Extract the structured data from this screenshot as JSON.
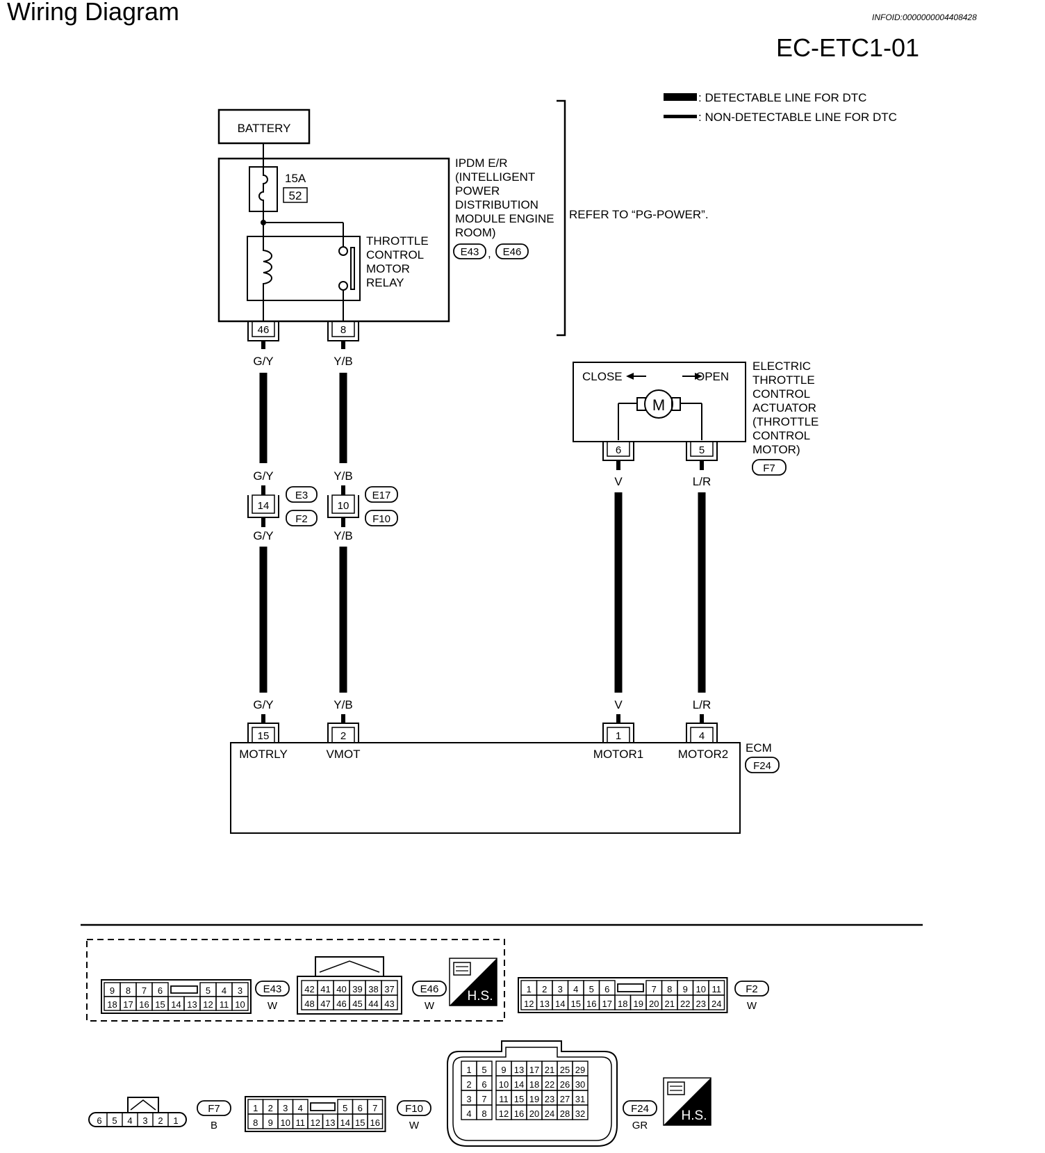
{
  "header": {
    "title": "Wiring Diagram",
    "info_id": "INFOID:0000000004408428",
    "diagram_code": "EC-ETC1-01"
  },
  "legend": {
    "detectable": ": DETECTABLE LINE FOR DTC",
    "non_detectable": ": NON-DETECTABLE LINE FOR DTC"
  },
  "battery": {
    "label": "BATTERY"
  },
  "ipdm": {
    "fuse_rating": "15A",
    "fuse_number": "52",
    "relay_label": [
      "THROTTLE",
      "CONTROL",
      "MOTOR",
      "RELAY"
    ],
    "module_label": [
      "IPDM E/R",
      "(INTELLIGENT",
      "POWER",
      "DISTRIBUTION",
      "MODULE ENGINE",
      "ROOM)"
    ],
    "connectors": [
      "E43",
      "E46"
    ],
    "connector_separator": ",",
    "pin_left": "46",
    "pin_right": "8",
    "refer_note": "REFER TO “PG-POWER”."
  },
  "wires": {
    "left_color": "G/Y",
    "right_color": "Y/B",
    "v_color": "V",
    "lr_color": "L/R"
  },
  "joint": {
    "left_pin": "14",
    "right_pin": "10",
    "left_connectors": [
      "E3",
      "F2"
    ],
    "right_connectors": [
      "E17",
      "F10"
    ]
  },
  "actuator": {
    "close": "CLOSE",
    "open": "OPEN",
    "motor": "M",
    "pin_a": "6",
    "pin_b": "5",
    "label": [
      "ELECTRIC",
      "THROTTLE",
      "CONTROL",
      "ACTUATOR",
      "(THROTTLE",
      "CONTROL",
      "MOTOR)"
    ],
    "connector": "F7"
  },
  "ecm": {
    "label": "ECM",
    "connector": "F24",
    "pins": [
      {
        "num": "15",
        "name": "MOTRLY"
      },
      {
        "num": "2",
        "name": "VMOT"
      },
      {
        "num": "1",
        "name": "MOTOR1"
      },
      {
        "num": "4",
        "name": "MOTOR2"
      }
    ]
  },
  "connector_views": {
    "e43": {
      "id": "E43",
      "color": "W",
      "top": [
        "9",
        "8",
        "7",
        "6",
        "",
        "5",
        "4",
        "3"
      ],
      "bottom": [
        "18",
        "17",
        "16",
        "15",
        "14",
        "13",
        "12",
        "11",
        "10"
      ]
    },
    "e46": {
      "id": "E46",
      "color": "W",
      "top": [
        "42",
        "41",
        "40",
        "39",
        "38",
        "37"
      ],
      "bottom": [
        "48",
        "47",
        "46",
        "45",
        "44",
        "43"
      ]
    },
    "hs_label": "H.S.",
    "f2": {
      "id": "F2",
      "color": "W",
      "top": [
        "1",
        "2",
        "3",
        "4",
        "5",
        "6",
        "",
        "7",
        "8",
        "9",
        "10",
        "11"
      ],
      "bottom": [
        "12",
        "13",
        "14",
        "15",
        "16",
        "17",
        "18",
        "19",
        "20",
        "21",
        "22",
        "23",
        "24"
      ]
    },
    "f7": {
      "id": "F7",
      "color": "B",
      "pins": [
        "6",
        "5",
        "4",
        "3",
        "2",
        "1"
      ]
    },
    "f10": {
      "id": "F10",
      "color": "W",
      "top": [
        "1",
        "2",
        "3",
        "4",
        "",
        "5",
        "6",
        "7"
      ],
      "bottom": [
        "8",
        "9",
        "10",
        "11",
        "12",
        "13",
        "14",
        "15",
        "16"
      ]
    },
    "f24": {
      "id": "F24",
      "color": "GR",
      "grid": [
        [
          "1",
          "5",
          "9",
          "13",
          "17",
          "21",
          "25",
          "29"
        ],
        [
          "2",
          "6",
          "10",
          "14",
          "18",
          "22",
          "26",
          "30"
        ],
        [
          "3",
          "7",
          "11",
          "15",
          "19",
          "23",
          "27",
          "31"
        ],
        [
          "4",
          "8",
          "12",
          "16",
          "20",
          "24",
          "28",
          "32"
        ]
      ]
    }
  }
}
